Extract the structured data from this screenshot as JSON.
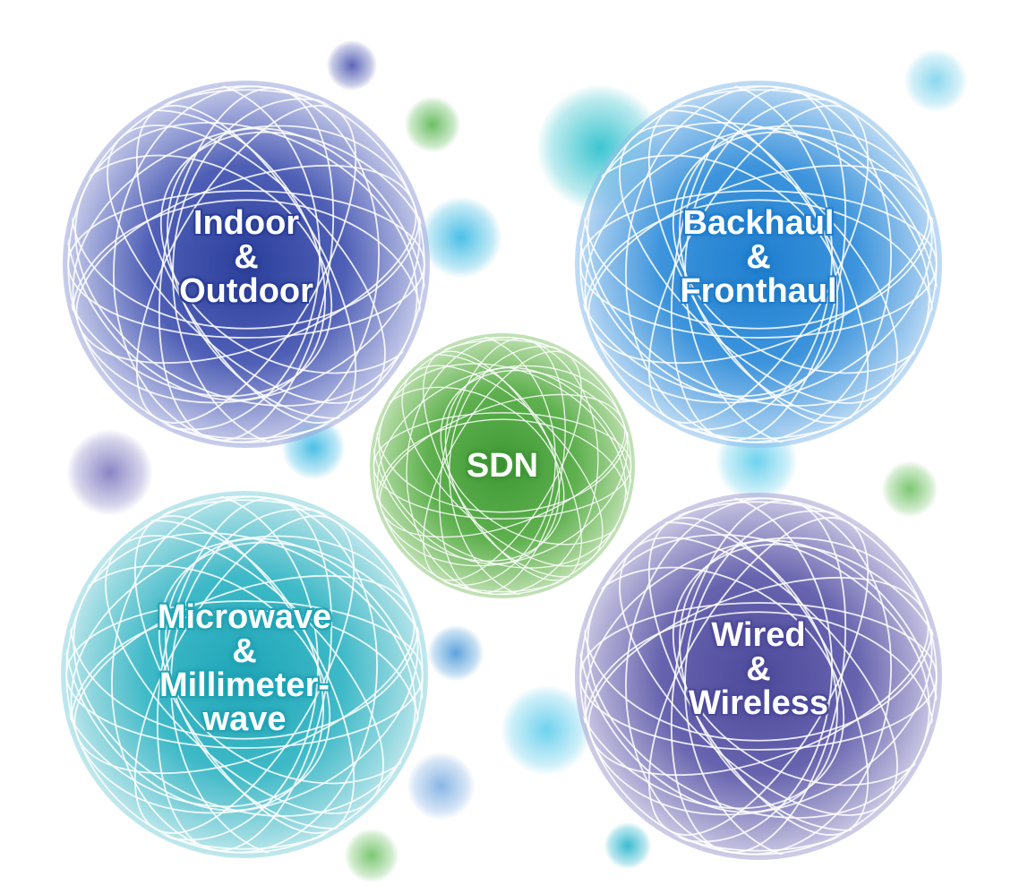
{
  "colors": {
    "indigo": "#2b3f9c",
    "blue": "#1f7fd0",
    "green": "#3f9a35",
    "teal": "#1fa6b8",
    "purple": "#4d4a9c"
  },
  "spheres": {
    "indoor_outdoor": {
      "lines": [
        "Indoor",
        "&",
        "Outdoor"
      ],
      "color": "#2b3f9c"
    },
    "backhaul_fronthaul": {
      "lines": [
        "Backhaul",
        "&",
        "Fronthaul"
      ],
      "color": "#1f7fd0"
    },
    "sdn": {
      "lines": [
        "SDN"
      ],
      "color": "#3f9a35"
    },
    "microwave_millimeter": {
      "lines": [
        "Microwave",
        "&",
        "Millimeter-",
        "wave"
      ],
      "color": "#1fa6b8"
    },
    "wired_wireless": {
      "lines": [
        "Wired",
        "&",
        "Wireless"
      ],
      "color": "#4d4a9c"
    }
  }
}
